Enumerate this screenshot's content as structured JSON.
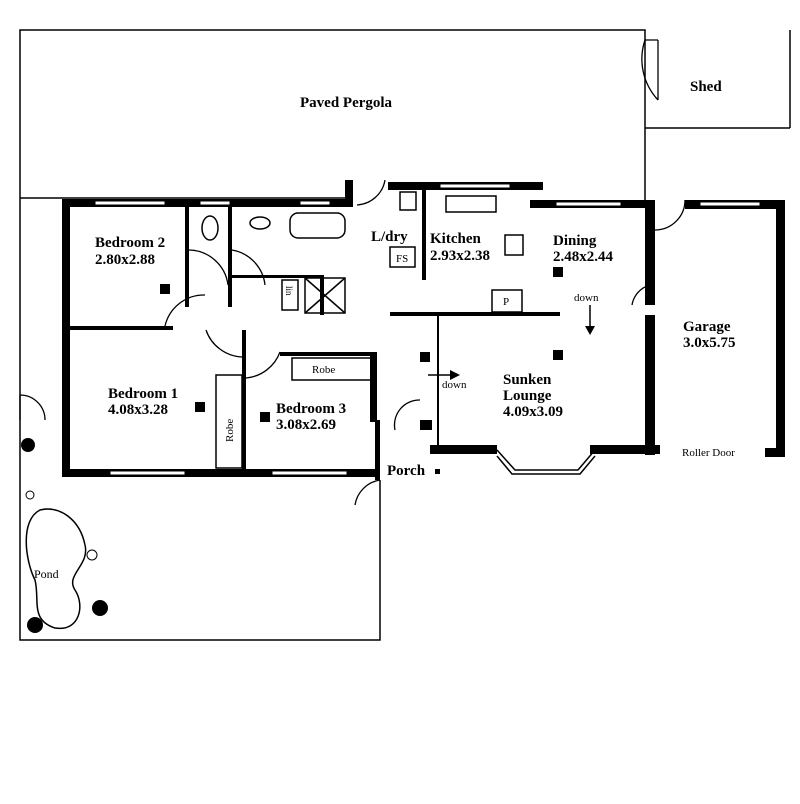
{
  "areas": {
    "pergola": {
      "name": "Paved Pergola"
    },
    "shed": {
      "name": "Shed"
    },
    "bedroom2": {
      "name": "Bedroom 2",
      "size": "2.80x2.88"
    },
    "laundry": {
      "name": "L/dry",
      "fixture": "FS"
    },
    "kitchen": {
      "name": "Kitchen",
      "size": "2.93x2.38"
    },
    "dining": {
      "name": "Dining",
      "size": "2.48x2.44"
    },
    "pantry": {
      "name": "P"
    },
    "garage": {
      "name": "Garage",
      "size": "3.0x5.75",
      "door": "Roller Door"
    },
    "bedroom1": {
      "name": "Bedroom 1",
      "size": "4.08x3.28",
      "robe": "Robe"
    },
    "bedroom3": {
      "name": "Bedroom 3",
      "size": "3.08x2.69",
      "robe": "Robe"
    },
    "linen": {
      "name": "lin"
    },
    "lounge": {
      "name_line1": "Sunken",
      "name_line2": "Lounge",
      "size": "4.09x3.09"
    },
    "porch": {
      "name": "Porch"
    },
    "pond": {
      "name": "Pond"
    }
  },
  "annotations": {
    "step_down_1": "down",
    "step_down_2": "down"
  }
}
